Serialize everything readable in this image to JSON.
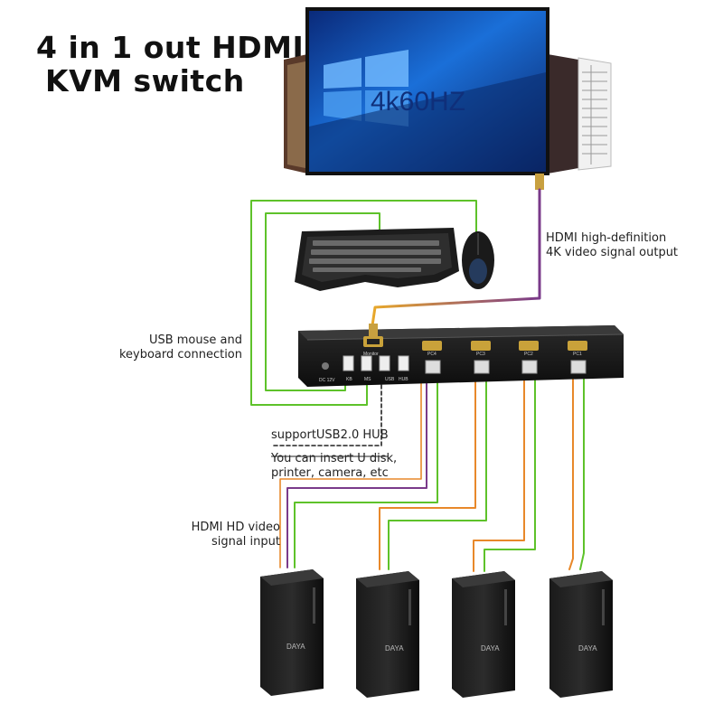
{
  "title": {
    "line1": "4 in 1 out HDMI",
    "line2": "KVM switch"
  },
  "screen": {
    "text": "4k60HZ"
  },
  "labels": {
    "hdmi_output": {
      "line1": "HDMI high-definition",
      "line2": "4K video signal output"
    },
    "usb_connection": {
      "line1": "USB mouse and",
      "line2": "keyboard connection"
    },
    "usb_hub": "supportUSB2.0 HUB",
    "usb_devices": {
      "line1": "You can insert U disk,",
      "line2": "printer, camera, etc"
    },
    "hdmi_input": {
      "line1": "HDMI HD video",
      "line2": "signal input"
    }
  },
  "switch_box": {
    "ports": [
      "PC4",
      "PC3",
      "PC2",
      "PC1"
    ],
    "monitor": "Monitor",
    "power": "DC 12V",
    "kb": "KB",
    "ms": "MS",
    "usb": "USB",
    "hub": "HUB"
  },
  "computers": [
    {
      "brand": "DAYA"
    },
    {
      "brand": "DAYA"
    },
    {
      "brand": "DAYA"
    },
    {
      "brand": "DAYA"
    }
  ],
  "colors": {
    "green_cable": "#5ec22a",
    "orange_cable": "#e8882a",
    "purple_cable": "#7a3a8a",
    "screen_blue": "#1a6fd8"
  }
}
